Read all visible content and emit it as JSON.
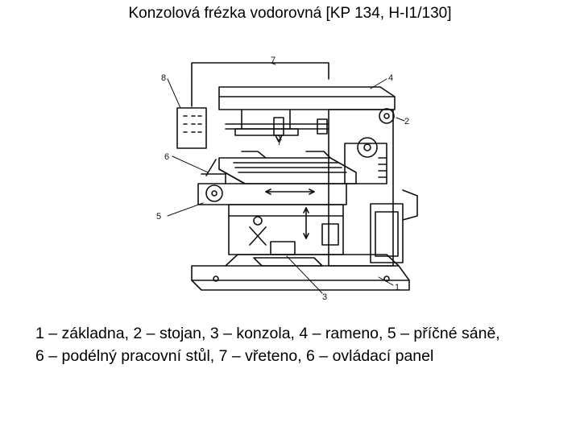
{
  "slide": {
    "title": "Konzolová frézka vodorovná [KP 134, H-I1/130]",
    "caption_line1": "1 – základna, 2 – stojan, 3 – konzola, 4 – rameno, 5 – příčné sáně,",
    "caption_line2": "6 – podélný pracovní stůl, 7 – vřeteno, 6 – ovládací panel"
  },
  "figure": {
    "callouts": [
      "8",
      "7",
      "4",
      "2",
      "6",
      "7",
      "5",
      "3",
      "1"
    ]
  }
}
